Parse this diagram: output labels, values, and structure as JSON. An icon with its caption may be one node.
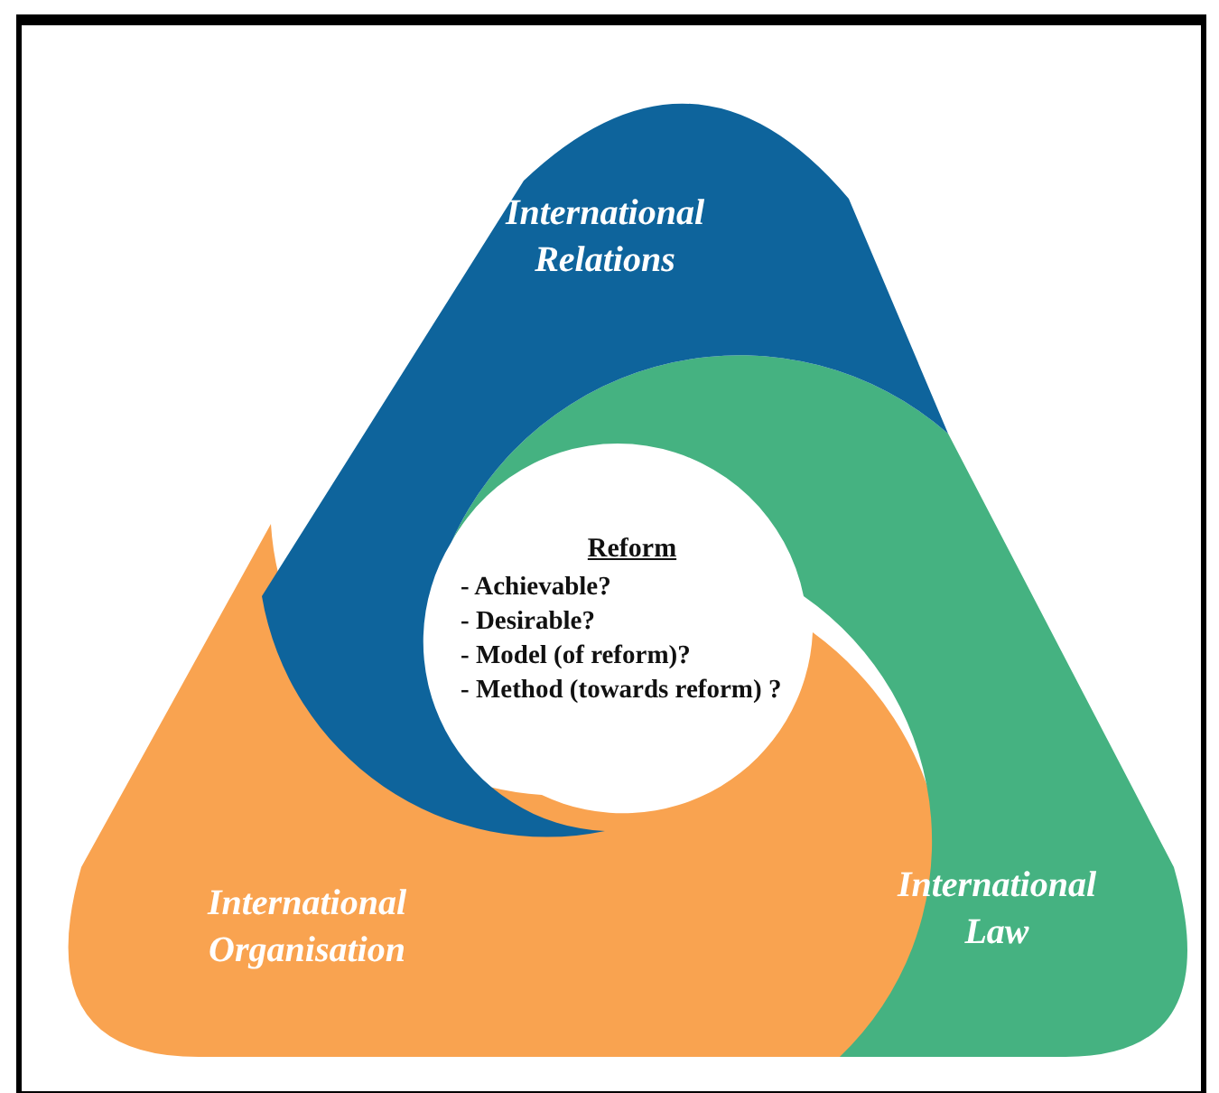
{
  "diagram": {
    "nodes": [
      {
        "text": [
          "International Relations"
        ]
      },
      {
        "text": [
          "Reform",
          "- Achievable?",
          "- Desirable?",
          "- Model (of reform)?",
          "- Method (towards reform) ?"
        ]
      },
      {
        "text": [
          "International Organisation"
        ]
      },
      {
        "text": [
          "International Law"
        ]
      }
    ]
  }
}
